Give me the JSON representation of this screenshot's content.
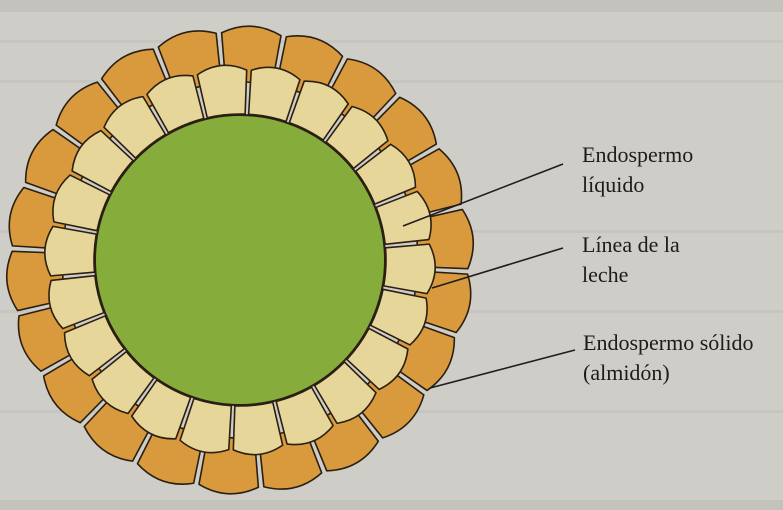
{
  "diagram": {
    "colors": {
      "background": "#cfcdc8",
      "outer_cells": "#d99a3d",
      "middle_cells": "#e6d69a",
      "center": "#86ad3c",
      "cell_stroke": "#2a1f12",
      "text": "#1e1b1a"
    },
    "labels": [
      {
        "id": "liquid",
        "lines": [
          "Endospermo",
          "líquido"
        ]
      },
      {
        "id": "milk_line",
        "lines": [
          "Línea de la",
          "leche"
        ]
      },
      {
        "id": "solid",
        "lines": [
          "Endospermo sólido",
          "(almidón)"
        ]
      }
    ]
  }
}
